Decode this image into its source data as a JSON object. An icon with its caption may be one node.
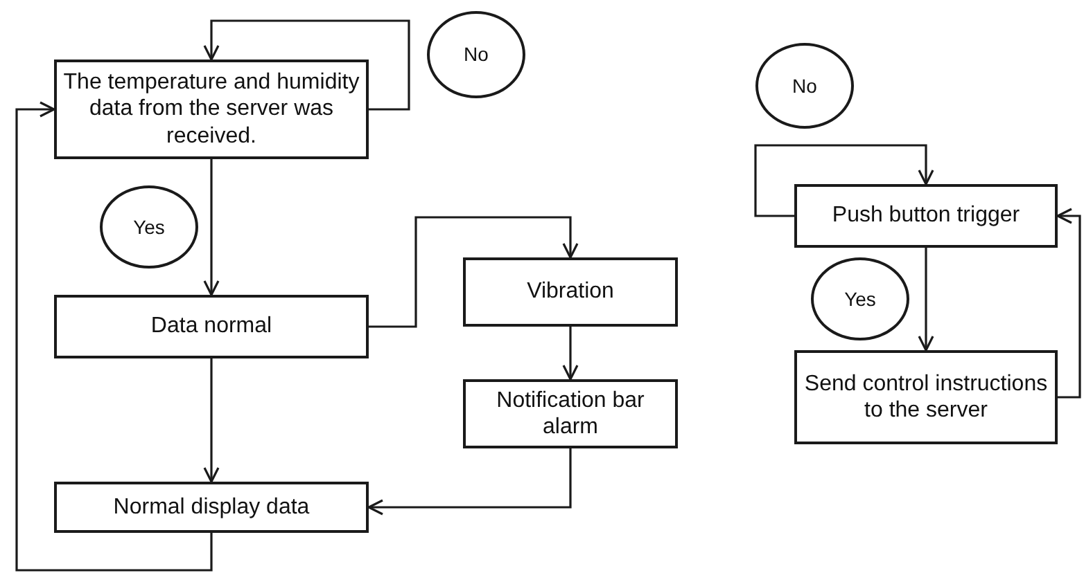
{
  "diagram": {
    "nodes": [
      {
        "text": [
          "The temperature and humidity data from the server was received."
        ]
      },
      {
        "text": [
          "No"
        ]
      },
      {
        "text": [
          "Yes"
        ]
      },
      {
        "text": [
          "Data normal"
        ]
      },
      {
        "text": [
          "Vibration"
        ]
      },
      {
        "text": [
          "Notification bar alarm"
        ]
      },
      {
        "text": [
          "Normal display data"
        ]
      },
      {
        "text": [
          "No"
        ]
      },
      {
        "text": [
          "Push button trigger"
        ]
      },
      {
        "text": [
          "Yes"
        ]
      },
      {
        "text": [
          "Send control instructions to the server"
        ]
      }
    ],
    "edges": [
      {
        "from": 0,
        "to": 0,
        "arrow": "to"
      },
      {
        "from": 0,
        "to": 3,
        "arrow": "to"
      },
      {
        "from": 3,
        "to": 4,
        "arrow": "to"
      },
      {
        "from": 4,
        "to": 5,
        "arrow": "to"
      },
      {
        "from": 5,
        "to": 6,
        "arrow": "to"
      },
      {
        "from": 3,
        "to": 6,
        "arrow": "to"
      },
      {
        "from": 6,
        "to": 0,
        "arrow": "to"
      },
      {
        "from": 8,
        "to": 8,
        "arrow": "to"
      },
      {
        "from": 8,
        "to": 10,
        "arrow": "to"
      },
      {
        "from": 10,
        "to": 8,
        "arrow": "to"
      }
    ]
  }
}
